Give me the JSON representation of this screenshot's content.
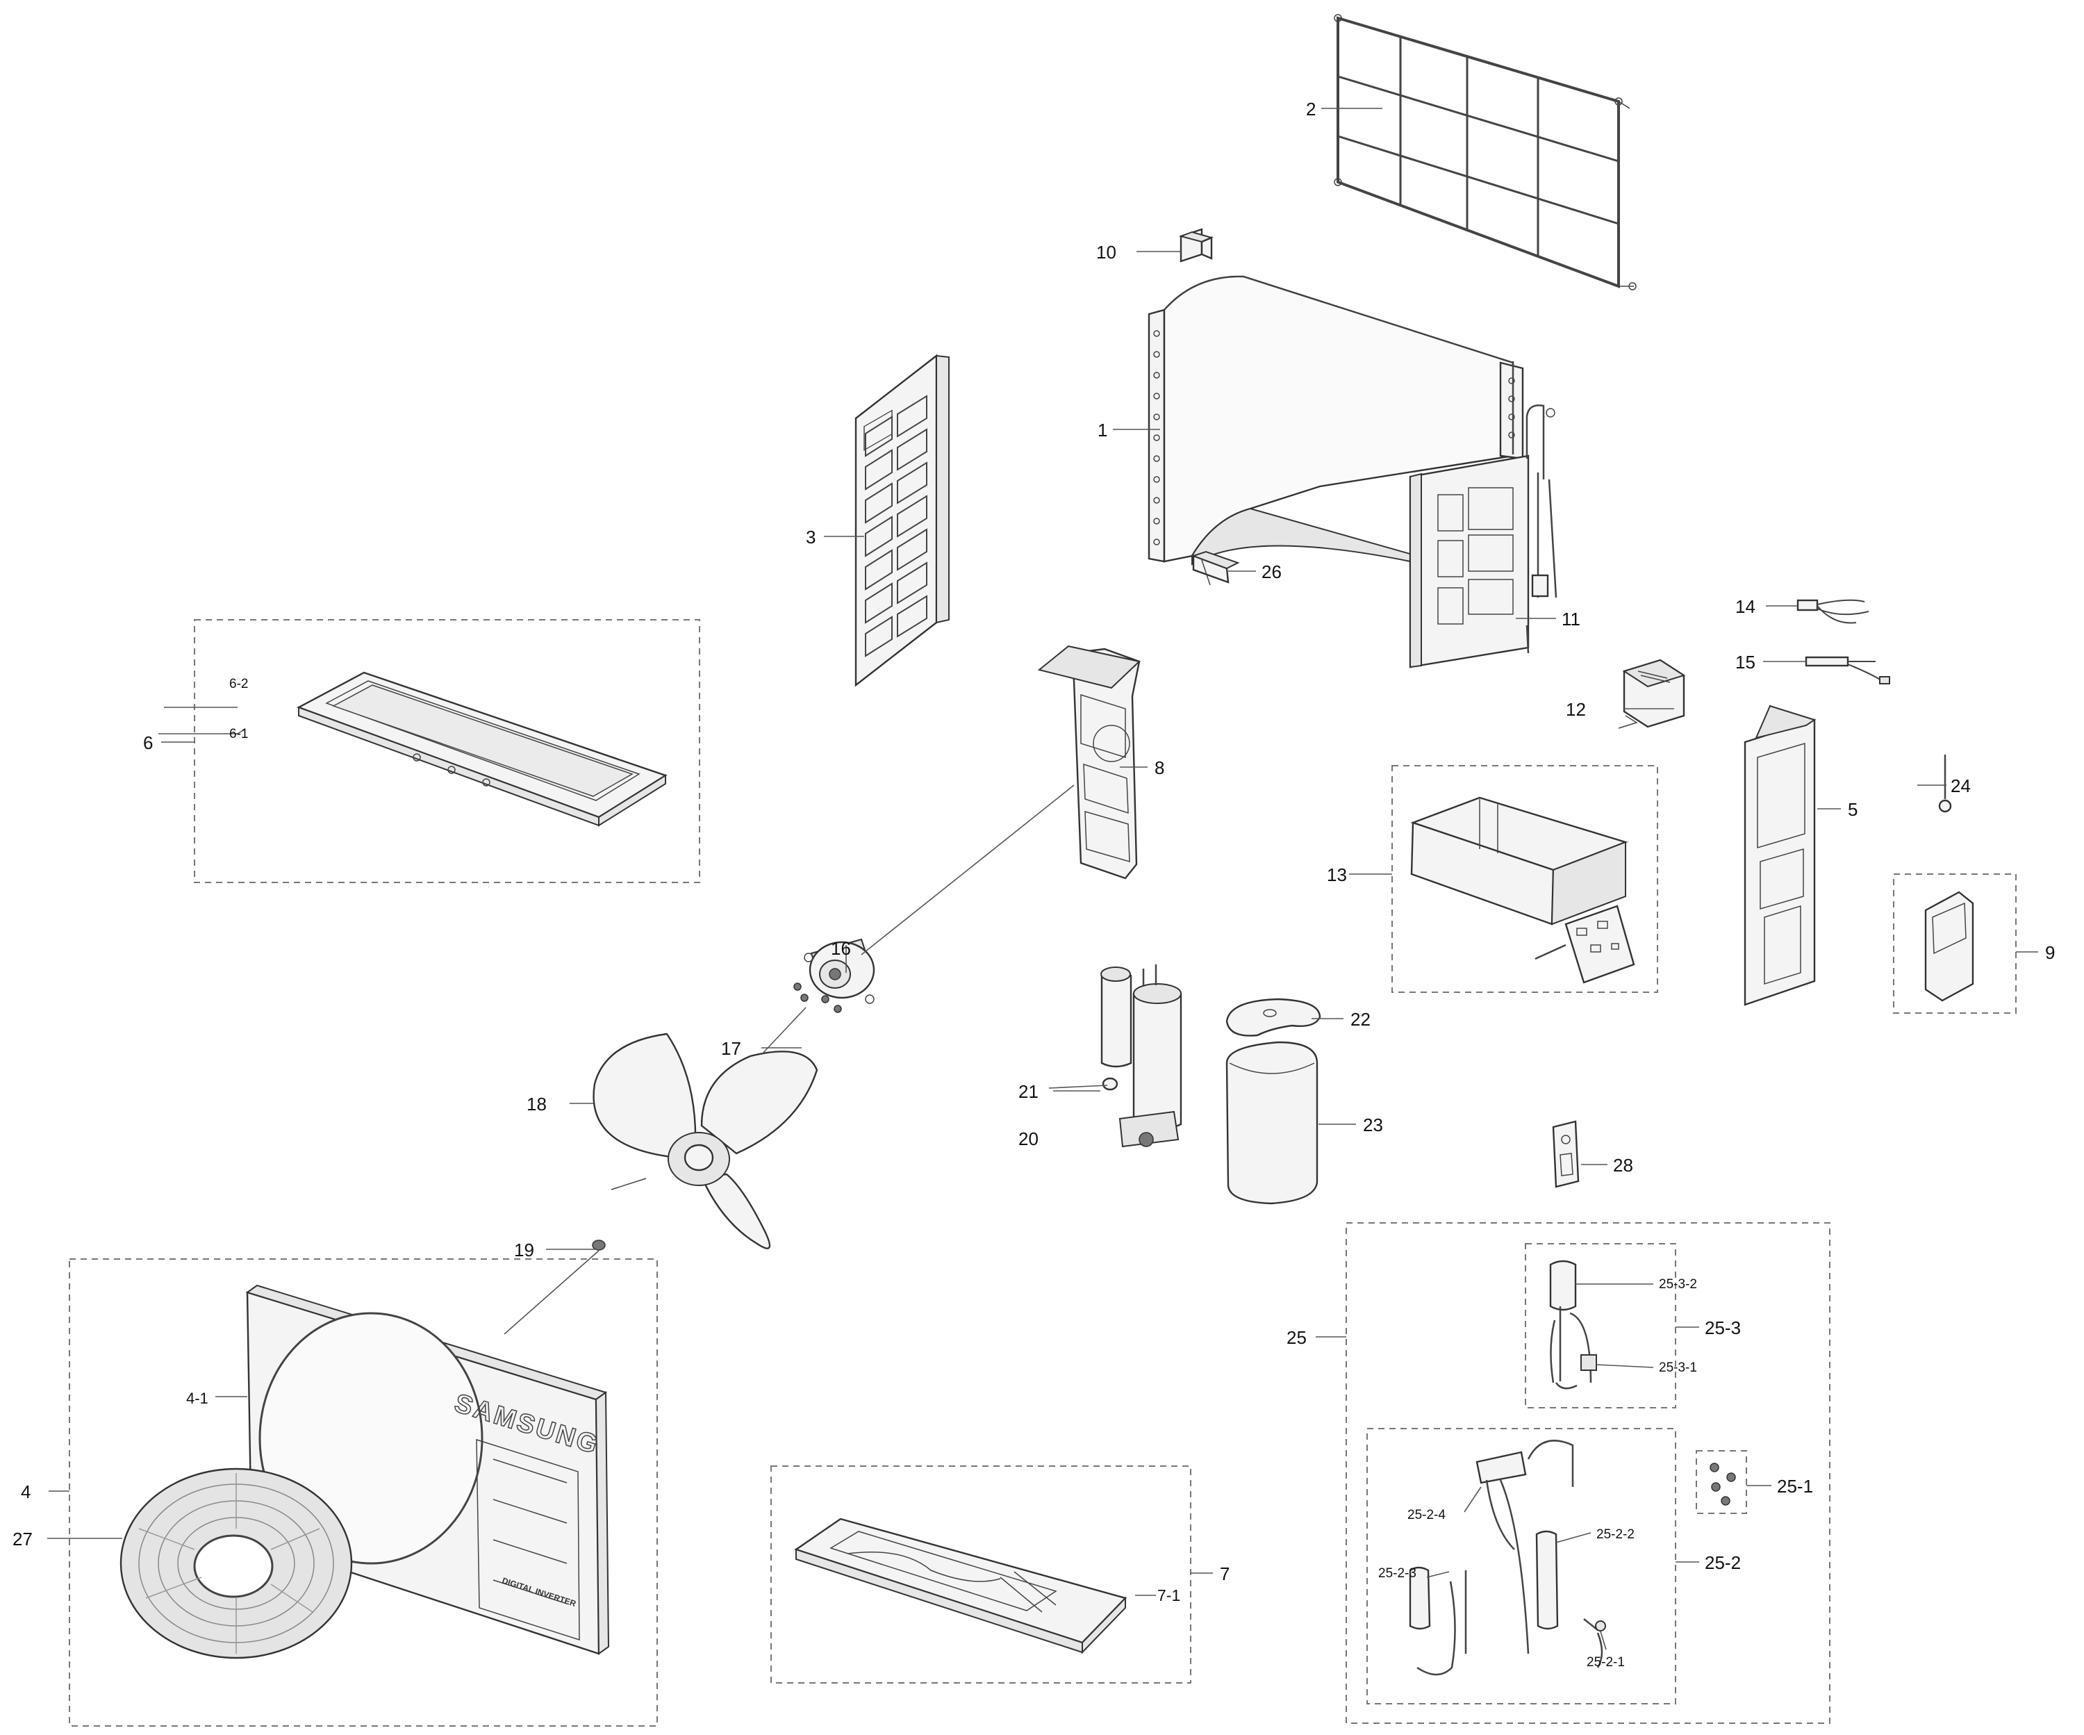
{
  "callouts": {
    "c1": "1",
    "c2": "2",
    "c3": "3",
    "c4": "4",
    "c4_1": "4-1",
    "c5": "5",
    "c6": "6",
    "c6_1": "6-1",
    "c6_2": "6-2",
    "c7": "7",
    "c7_1": "7-1",
    "c8": "8",
    "c9": "9",
    "c10": "10",
    "c11": "11",
    "c12": "12",
    "c13": "13",
    "c14": "14",
    "c15": "15",
    "c16": "16",
    "c17": "17",
    "c18": "18",
    "c19": "19",
    "c20": "20",
    "c21": "21",
    "c22": "22",
    "c23": "23",
    "c24": "24",
    "c25": "25",
    "c25_1": "25-1",
    "c25_2": "25-2",
    "c25_2_1": "25-2-1",
    "c25_2_2": "25-2-2",
    "c25_2_3": "25-2-3",
    "c25_2_4": "25-2-4",
    "c25_3": "25-3",
    "c25_3_1": "25-3-1",
    "c25_3_2": "25-3-2",
    "c26": "26",
    "c27": "27",
    "c28": "28"
  },
  "front_panel": {
    "brand": "SAMSUNG",
    "badge": "DIGITAL INVERTER"
  }
}
